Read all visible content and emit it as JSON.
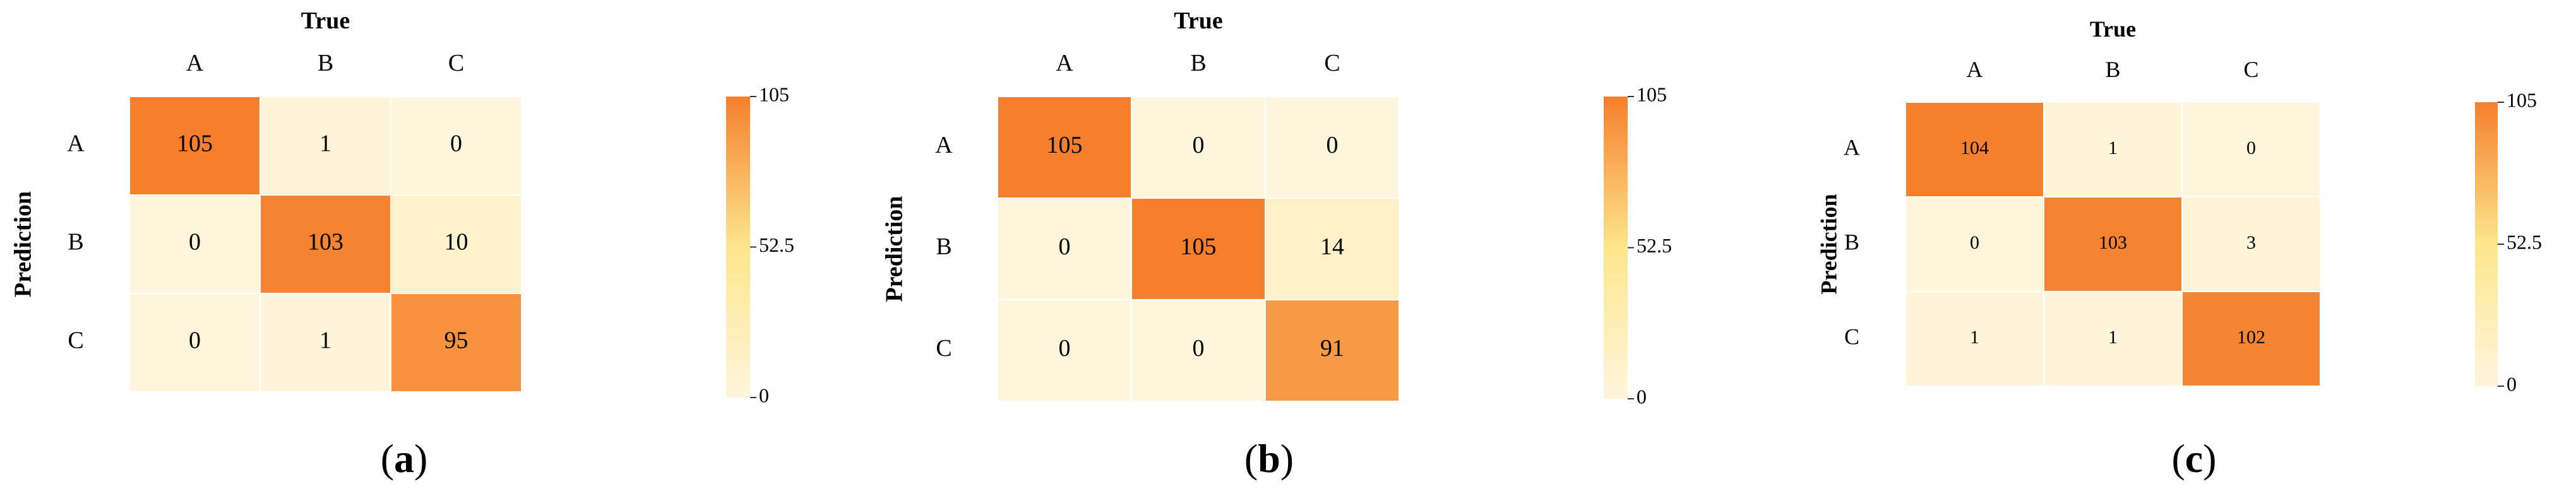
{
  "chart_data": [
    {
      "type": "heatmap",
      "caption": "a",
      "xlabel": "True",
      "ylabel": "Prediction",
      "x_categories": [
        "A",
        "B",
        "C"
      ],
      "y_categories": [
        "A",
        "B",
        "C"
      ],
      "values": [
        [
          105,
          1,
          0
        ],
        [
          0,
          103,
          10
        ],
        [
          0,
          1,
          95
        ]
      ],
      "colorbar": {
        "range": [
          0,
          105
        ],
        "ticks": [
          "105",
          "52.5",
          "0"
        ]
      },
      "colors": [
        "#fff5dc",
        "#fde68c",
        "#f57f2d"
      ]
    },
    {
      "type": "heatmap",
      "caption": "b",
      "xlabel": "True",
      "ylabel": "Prediction",
      "x_categories": [
        "A",
        "B",
        "C"
      ],
      "y_categories": [
        "A",
        "B",
        "C"
      ],
      "values": [
        [
          105,
          0,
          0
        ],
        [
          0,
          105,
          14
        ],
        [
          0,
          0,
          91
        ]
      ],
      "colorbar": {
        "range": [
          0,
          105
        ],
        "ticks": [
          "105",
          "52.5",
          "0"
        ]
      },
      "colors": [
        "#fff5dc",
        "#fde68c",
        "#f57f2d"
      ]
    },
    {
      "type": "heatmap",
      "caption": "c",
      "xlabel": "True",
      "ylabel": "Prediction",
      "x_categories": [
        "A",
        "B",
        "C"
      ],
      "y_categories": [
        "A",
        "B",
        "C"
      ],
      "values": [
        [
          104,
          1,
          0
        ],
        [
          0,
          103,
          3
        ],
        [
          1,
          1,
          102
        ]
      ],
      "colorbar": {
        "range": [
          0,
          105
        ],
        "ticks": [
          "105",
          "52.5",
          "0"
        ]
      },
      "colors": [
        "#fff5dc",
        "#fde68c",
        "#f57f2d"
      ]
    }
  ]
}
